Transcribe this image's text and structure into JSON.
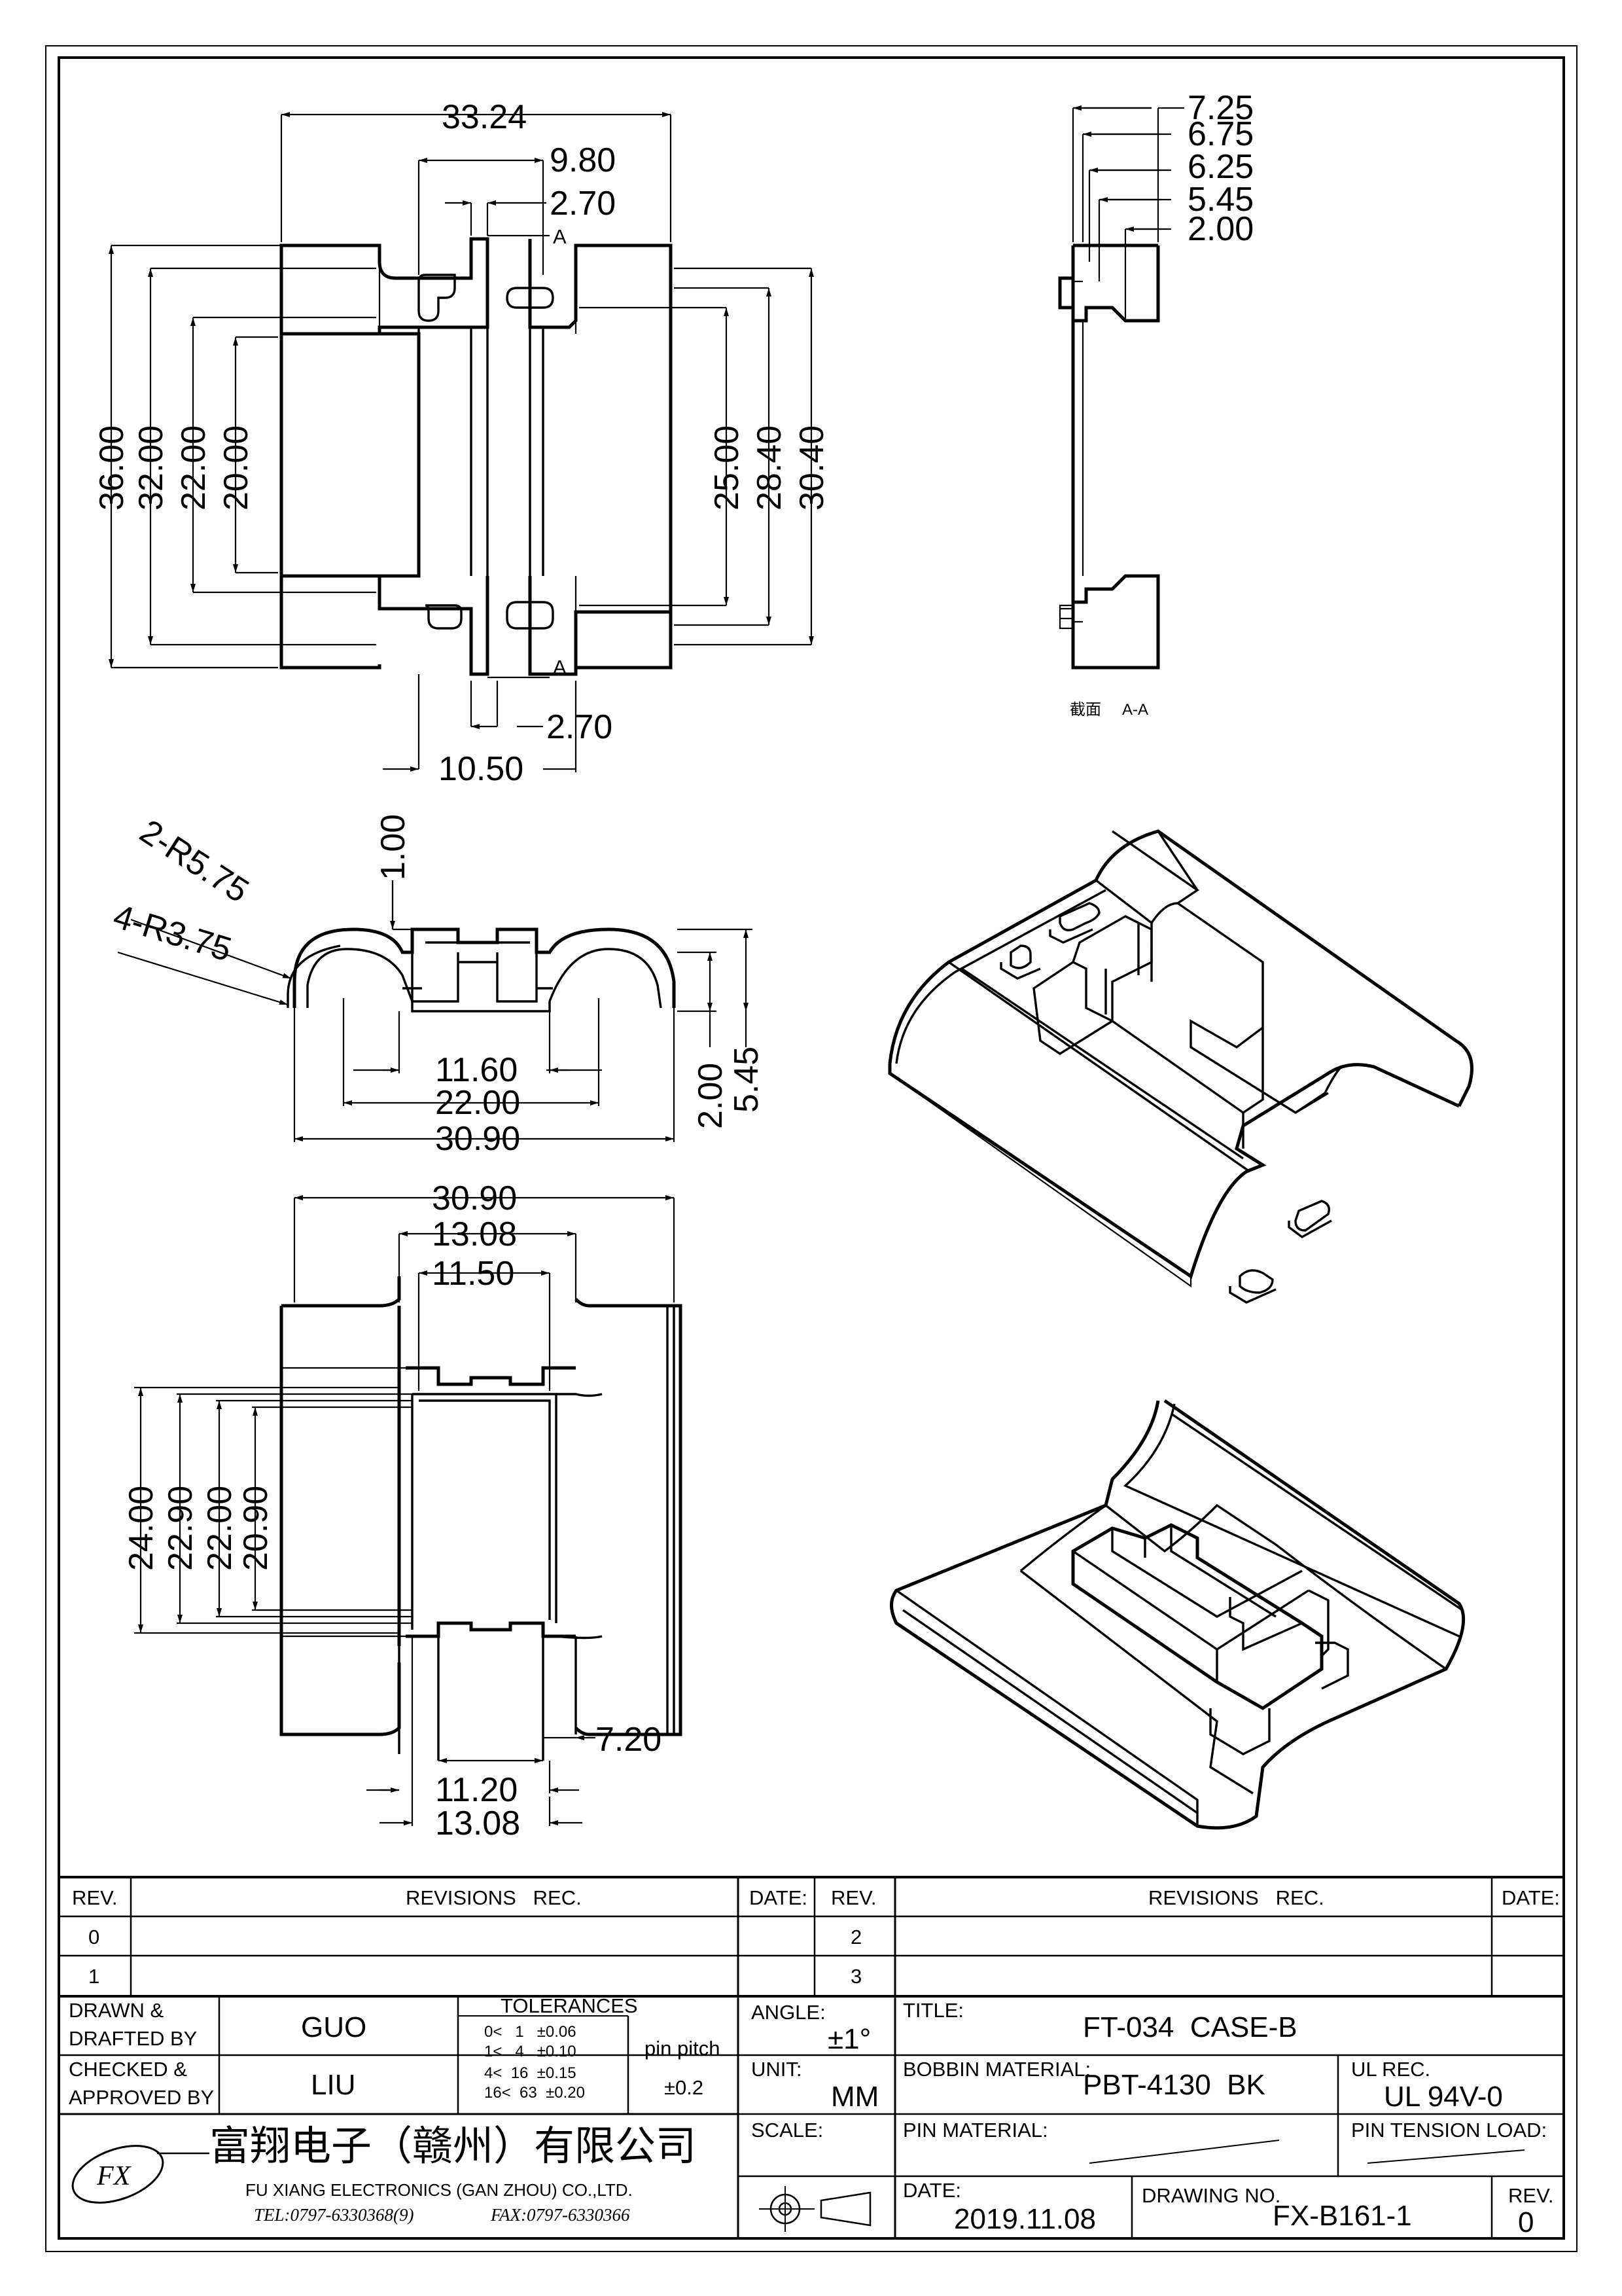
{
  "drawing": {
    "top_view": {
      "widths": [
        "33.24",
        "9.80",
        "2.70"
      ],
      "heights_left": [
        "36.00",
        "32.00",
        "22.00",
        "20.00"
      ],
      "heights_right": [
        "25.00",
        "28.40",
        "30.40"
      ],
      "bottom": [
        "2.70",
        "10.50"
      ],
      "section_marker": "A"
    },
    "side_view": {
      "dims": [
        "7.25",
        "6.75",
        "6.25",
        "5.45",
        "2.00"
      ],
      "section_label_cn": "截面",
      "section_label": "A-A"
    },
    "front_view": {
      "radius_1": "2-R5.75",
      "radius_2": "4-R3.75",
      "top": "1.00",
      "widths": [
        "11.60",
        "22.00",
        "30.90"
      ],
      "heights": [
        "2.00",
        "5.45"
      ]
    },
    "bottom_view": {
      "widths_top": [
        "30.90",
        "13.08",
        "11.50"
      ],
      "heights": [
        "24.00",
        "22.90",
        "22.00",
        "20.90"
      ],
      "right": "7.20",
      "widths_bottom": [
        "11.20",
        "13.08"
      ]
    }
  },
  "title_block": {
    "rev_header": "REV.",
    "revisions_header": "REVISIONS   REC.",
    "date_header": "DATE:",
    "rev_rows_left": [
      "0",
      "1"
    ],
    "rev_rows_right": [
      "2",
      "3"
    ],
    "drawn_label": "DRAWN &\nDRAFTED BY",
    "drawn_by": "GUO",
    "checked_label": "CHECKED &\nAPPROVED BY",
    "checked_by": "LIU",
    "tolerances_label": "TOLERANCES",
    "tolerance_rows": [
      "0<   1   ±0.06",
      "1<   4   ±0.10",
      "4<  16  ±0.15",
      "16<  63  ±0.20"
    ],
    "pin_pitch_label": "pin pitch",
    "pin_pitch_value": "±0.2",
    "angle_label": "ANGLE:",
    "angle_value": "±1°",
    "unit_label": "UNIT:",
    "unit_value": "MM",
    "scale_label": "SCALE:",
    "title_label": "TITLE:",
    "title_value": "FT-034  CASE-B",
    "bobbin_label": "BOBBIN MATERIAL:",
    "bobbin_value": "PBT-4130  BK",
    "ul_label": "UL REC.",
    "ul_value": "UL 94V-0",
    "pin_material_label": "PIN MATERIAL:",
    "pin_tension_label": "PIN TENSION LOAD:",
    "date_label": "DATE:",
    "date_value": "2019.11.08",
    "drawing_no_label": "DRAWING NO.",
    "drawing_no_value": "FX-B161-1",
    "rev_label": "REV.",
    "rev_value": "0",
    "company_cn": "富翔电子（赣州）有限公司",
    "company_en": "FU XIANG ELECTRONICS (GAN ZHOU) CO.,LTD.",
    "tel": "TEL:0797-6330368(9)",
    "fax": "FAX:0797-6330366",
    "logo_text": "FX"
  }
}
